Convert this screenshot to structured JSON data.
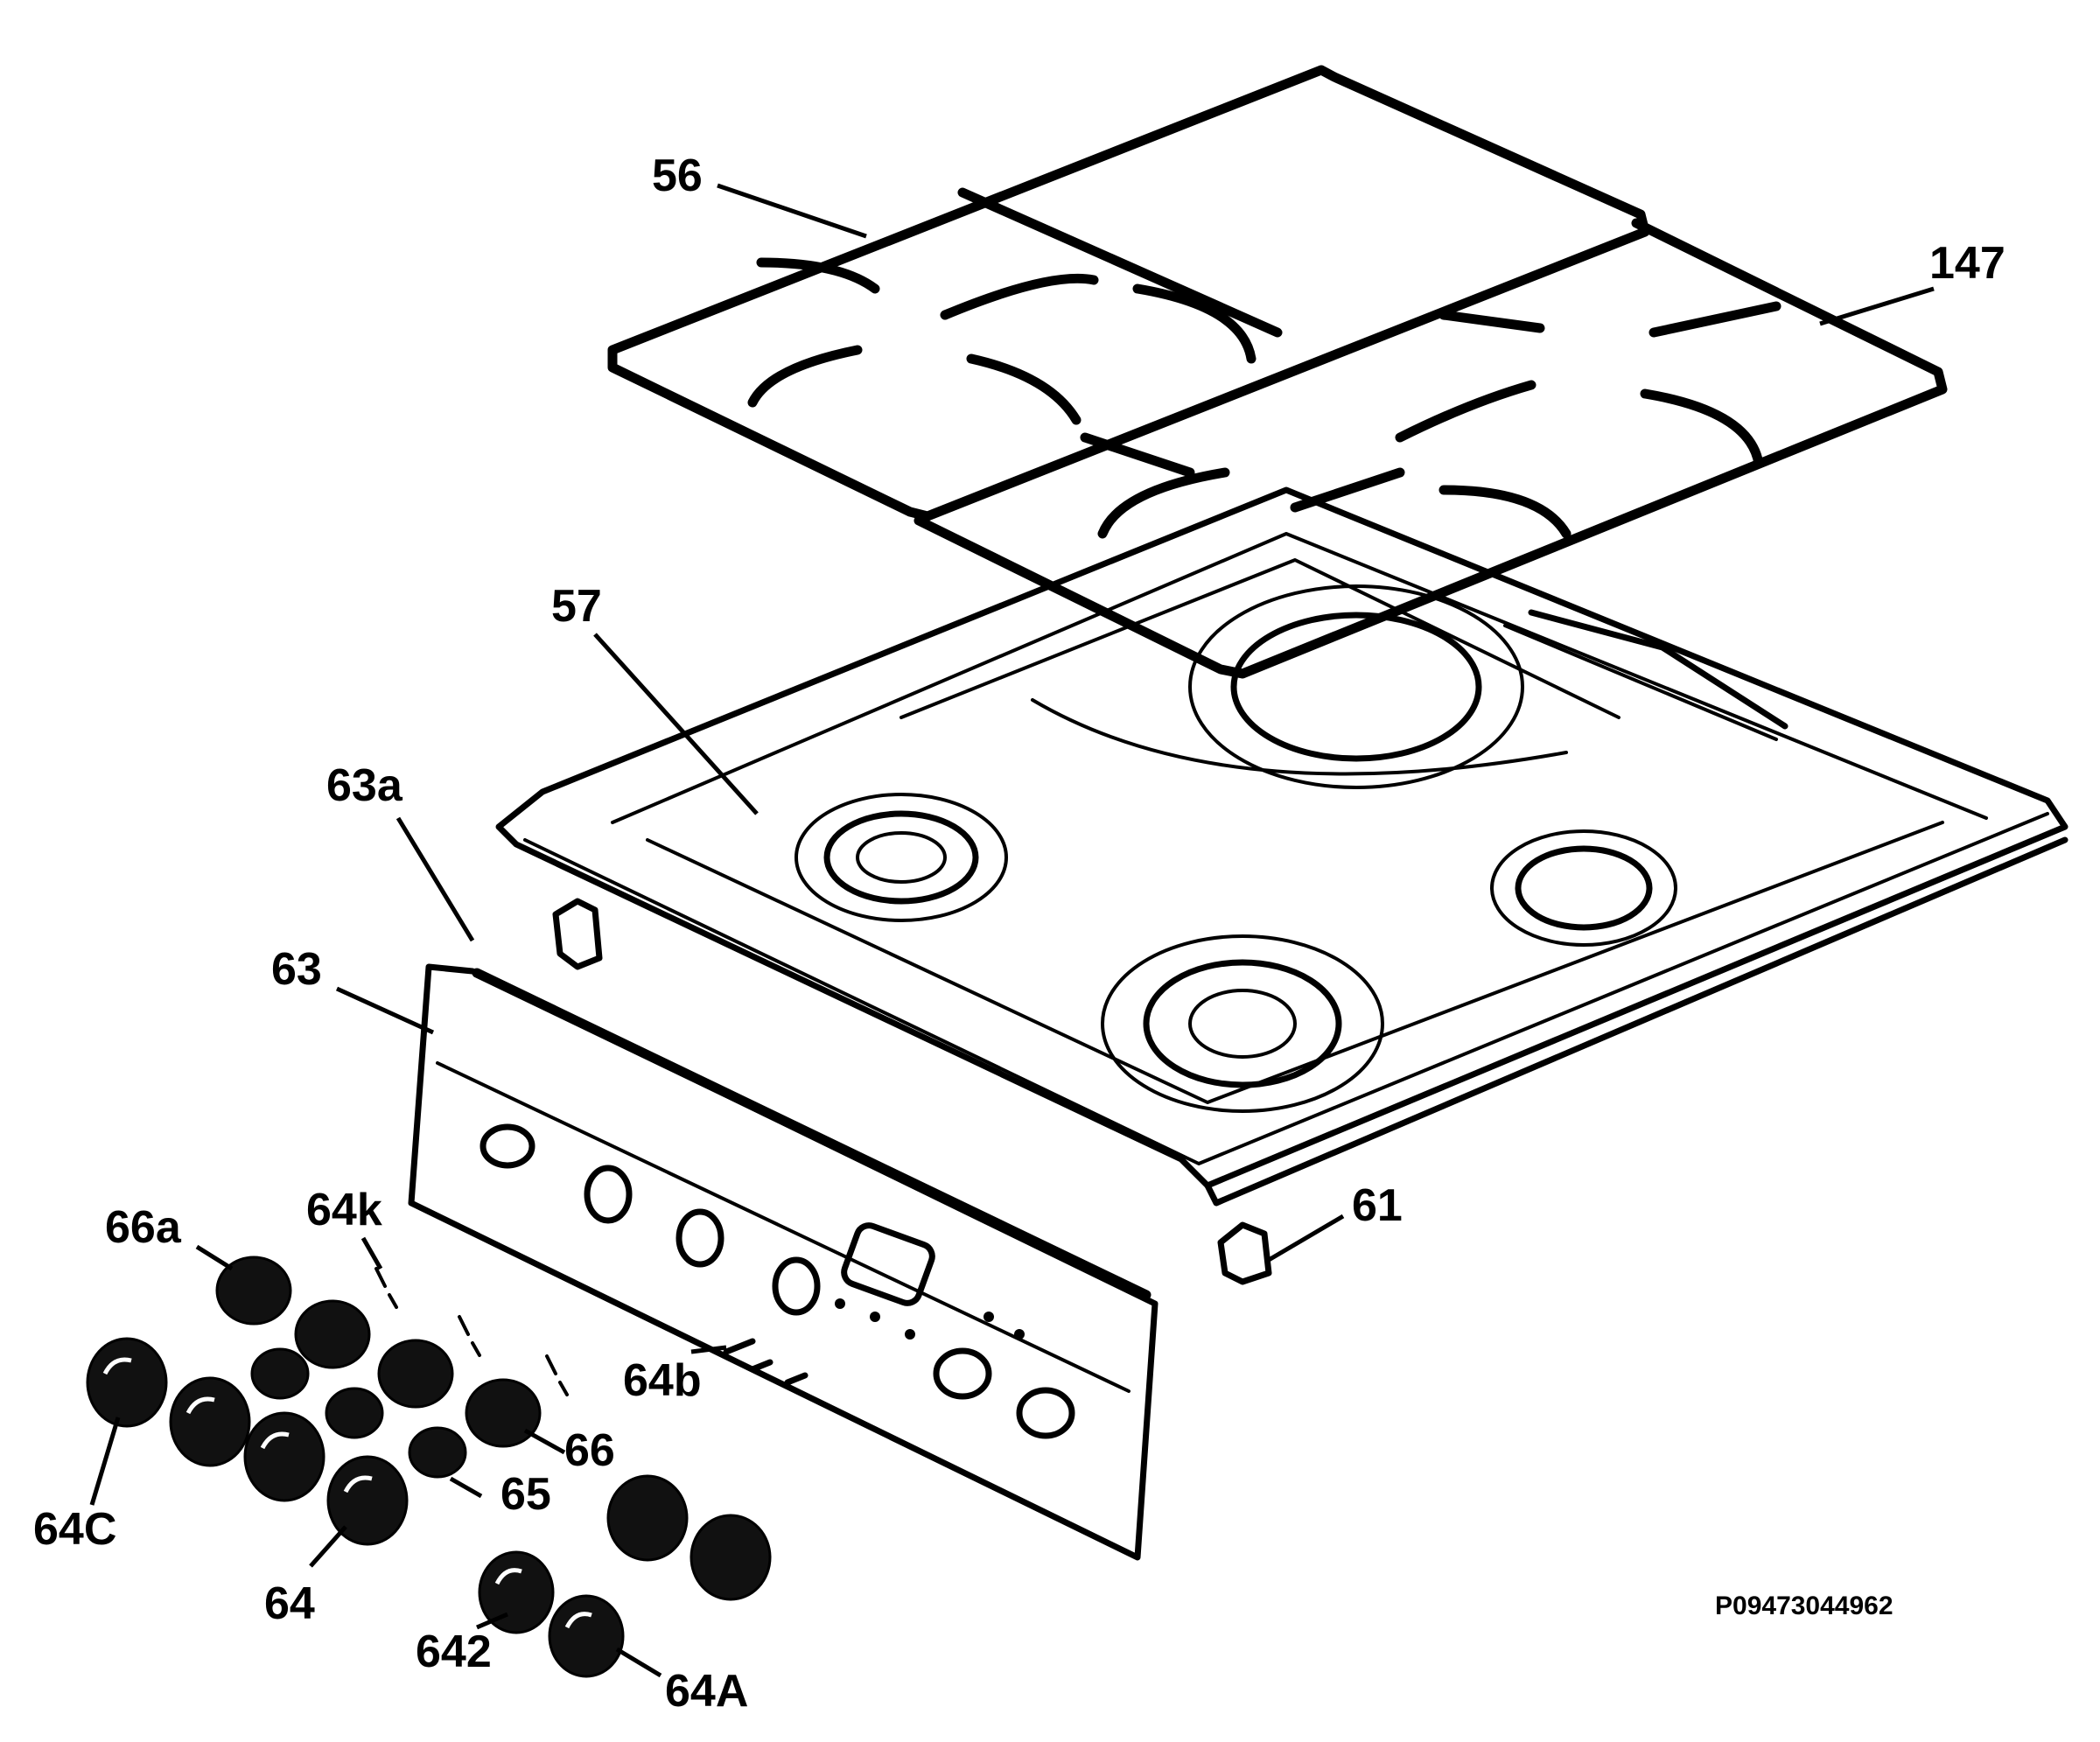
{
  "labels": {
    "l56": "56",
    "l147": "147",
    "l57": "57",
    "l63a": "63a",
    "l63": "63",
    "l61": "61",
    "l66a": "66a",
    "l64k": "64k",
    "l64b": "64b",
    "l66": "66",
    "l65": "65",
    "l64C": "64C",
    "l64": "64",
    "l642": "642",
    "l64A": "64A"
  },
  "code": "P09473044962"
}
